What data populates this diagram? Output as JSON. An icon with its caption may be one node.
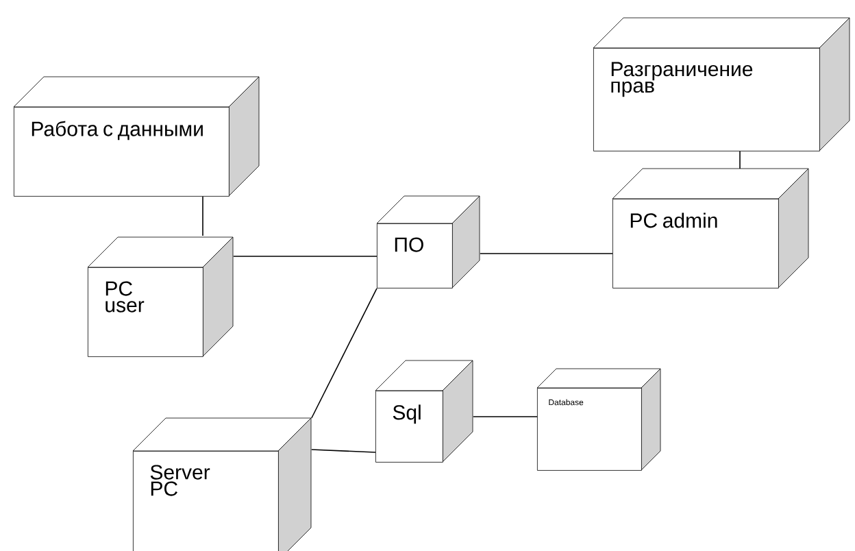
{
  "diagram": {
    "nodes": [
      {
        "text": [
          "Работа с данными"
        ]
      },
      {
        "text": [
          "Разграничение прав"
        ]
      },
      {
        "text": [
          "PC user"
        ]
      },
      {
        "text": [
          "ПО"
        ]
      },
      {
        "text": [
          "PC admin"
        ]
      },
      {
        "text": [
          "Sql"
        ]
      },
      {
        "text": [
          "Database"
        ]
      },
      {
        "text": [
          "Server PC"
        ]
      }
    ],
    "edges": [
      {
        "from": 0,
        "to": 2,
        "arrow": "none"
      },
      {
        "from": 2,
        "to": 3,
        "arrow": "none"
      },
      {
        "from": 3,
        "to": 4,
        "arrow": "none"
      },
      {
        "from": 1,
        "to": 4,
        "arrow": "none"
      },
      {
        "from": 3,
        "to": 7,
        "arrow": "none"
      },
      {
        "from": 7,
        "to": 5,
        "arrow": "none"
      },
      {
        "from": 5,
        "to": 6,
        "arrow": "none"
      }
    ]
  }
}
